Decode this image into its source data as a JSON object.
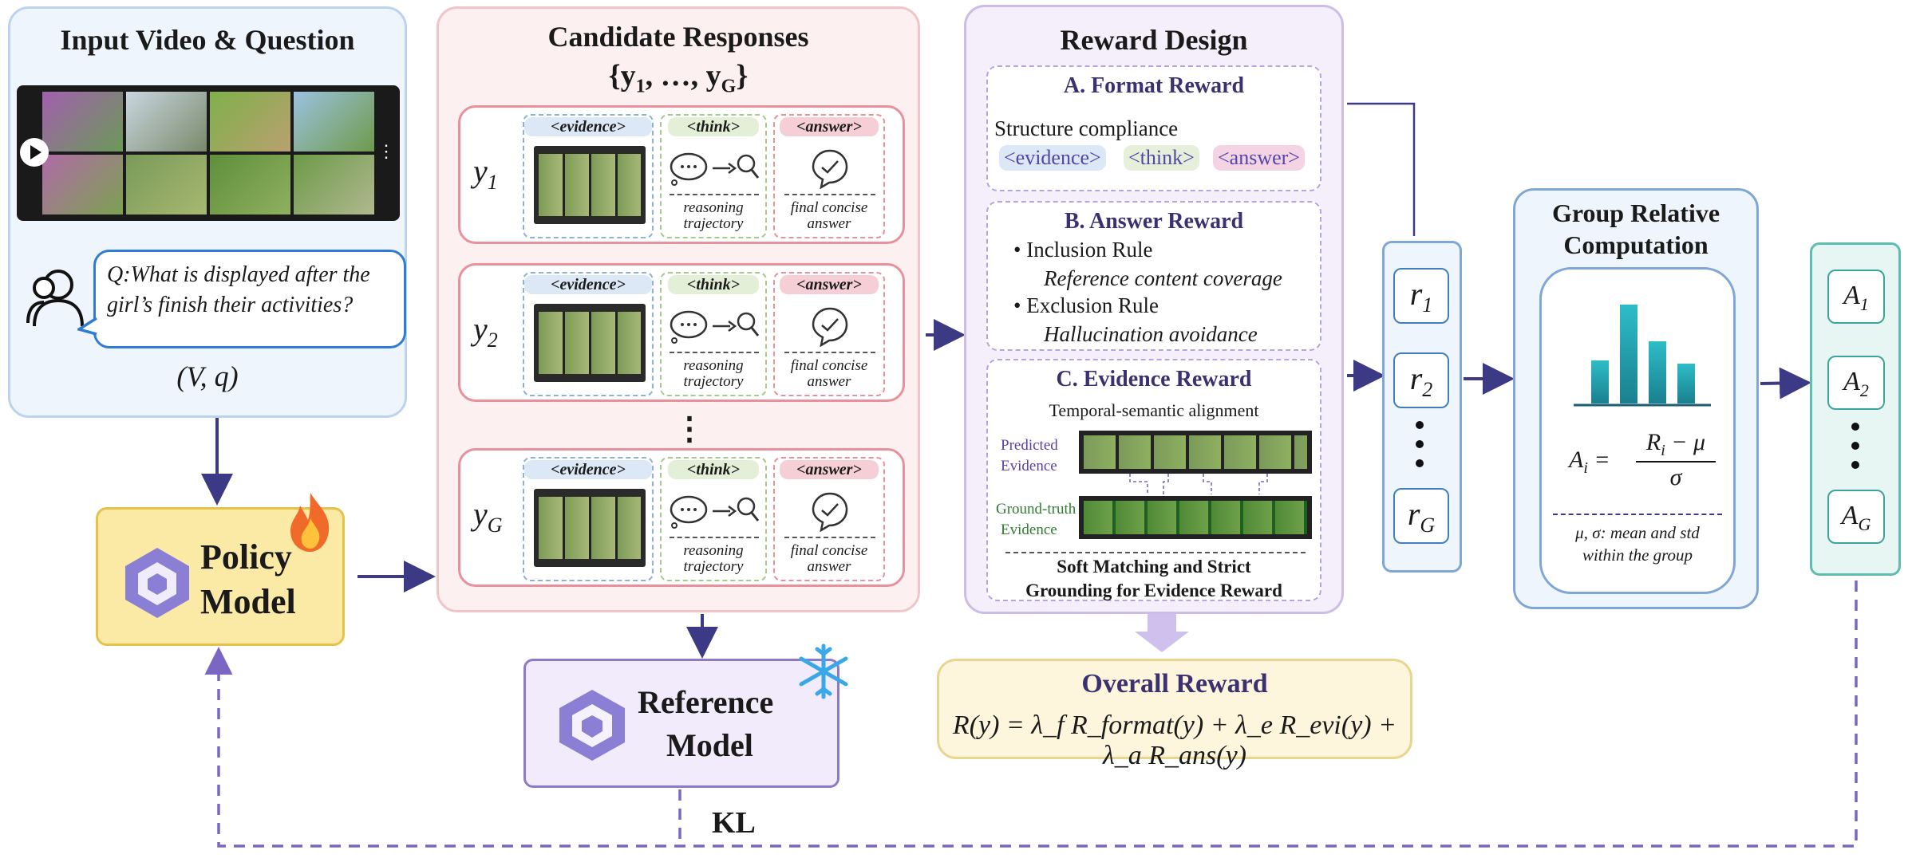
{
  "input_panel": {
    "title": "Input Video & Question",
    "question": "Q:What is displayed after the girl’s finish their activities?",
    "pair": "(V, q)"
  },
  "policy": {
    "line1": "Policy",
    "line2": "Model"
  },
  "reference": {
    "line1": "Reference",
    "line2": "Model"
  },
  "candidates": {
    "title_line1": "Candidate Responses",
    "title_y": "{y",
    "title_sub1": "1",
    "title_mid": ", …, y",
    "title_subG": "G",
    "title_end": "}",
    "rows": [
      {
        "label": "y",
        "sub": "1"
      },
      {
        "label": "y",
        "sub": "2"
      },
      {
        "label": "y",
        "sub": "G"
      }
    ],
    "vdots": "⋮",
    "tag_evidence": "<evidence>",
    "tag_think": "<think>",
    "tag_answer": "<answer>",
    "cap_reasoning": "reasoning trajectory",
    "cap_answer": "final concise answer"
  },
  "reward_design": {
    "title": "Reward Design",
    "a_title": "A. Format Reward",
    "a_text": "Structure compliance",
    "a_tags": [
      "<evidence>",
      "<think>",
      "<answer>"
    ],
    "b_title": "B. Answer Reward",
    "b_items": [
      {
        "bullet": "• Inclusion Rule",
        "desc": "Reference content coverage"
      },
      {
        "bullet": "• Exclusion Rule",
        "desc": "Hallucination avoidance"
      }
    ],
    "c_title": "C. Evidence Reward",
    "c_sub": "Temporal-semantic alignment",
    "c_pred_1": "Predicted",
    "c_pred_2": "Evidence",
    "c_gt_1": "Ground-truth",
    "c_gt_2": "Evidence",
    "c_foot_1": "Soft Matching and Strict",
    "c_foot_2": "Grounding for Evidence Reward"
  },
  "rewards": {
    "r": "r",
    "subs": [
      "1",
      "2",
      "G"
    ]
  },
  "group": {
    "title_1": "Group Relative",
    "title_2": "Computation",
    "note_1": "μ, σ: mean and std",
    "note_2": "within the group",
    "formula_lhs": "A",
    "formula_lhs_sub": "i",
    "formula_num": "R",
    "formula_num_sub": "i",
    "formula_num_rest": " − μ",
    "formula_den": "σ"
  },
  "advantages": {
    "a": "A",
    "subs": [
      "1",
      "2",
      "G"
    ]
  },
  "overall": {
    "title": "Overall Reward",
    "formula": "R(y) = λ_f R_format(y) + λ_e R_evi(y) + λ_a R_ans(y)"
  },
  "kl": "KL",
  "colors": {
    "blue_panel": "#eef5fc",
    "pink_panel": "#fdf0f1",
    "purple_panel": "#f4effa",
    "policy_fill": "#fbe9a6",
    "reference_fill": "#f1ebfb",
    "overall_fill": "#fdf5dc",
    "arrow": "#3d3a85",
    "dash_purple": "#7c66c4"
  }
}
